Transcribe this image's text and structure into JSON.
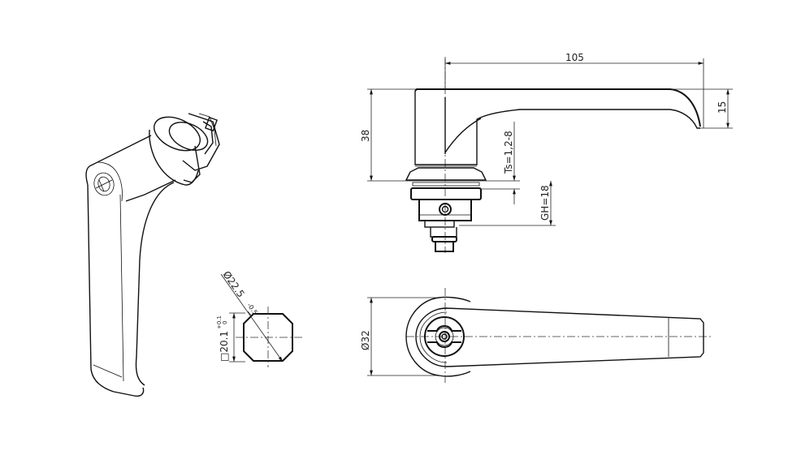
{
  "drawing": {
    "subject": "L-handle lock technical drawing",
    "views": [
      "isometric",
      "side-elevation",
      "top-plan",
      "square-profile-section"
    ]
  },
  "dimensions": {
    "overall_length": "105",
    "tip_height": "15",
    "handle_height": "38",
    "thickness_range": "Ts=1,2-8",
    "grip_height": "GH=18",
    "base_diameter": "Ø32",
    "square_size": "□20.1",
    "square_tol_upper": "+0.1",
    "square_tol_lower": "0",
    "diagonal_diameter": "Ø22.5",
    "diagonal_tol": "-0.5"
  },
  "colors": {
    "line": "#111111",
    "background": "#ffffff"
  }
}
